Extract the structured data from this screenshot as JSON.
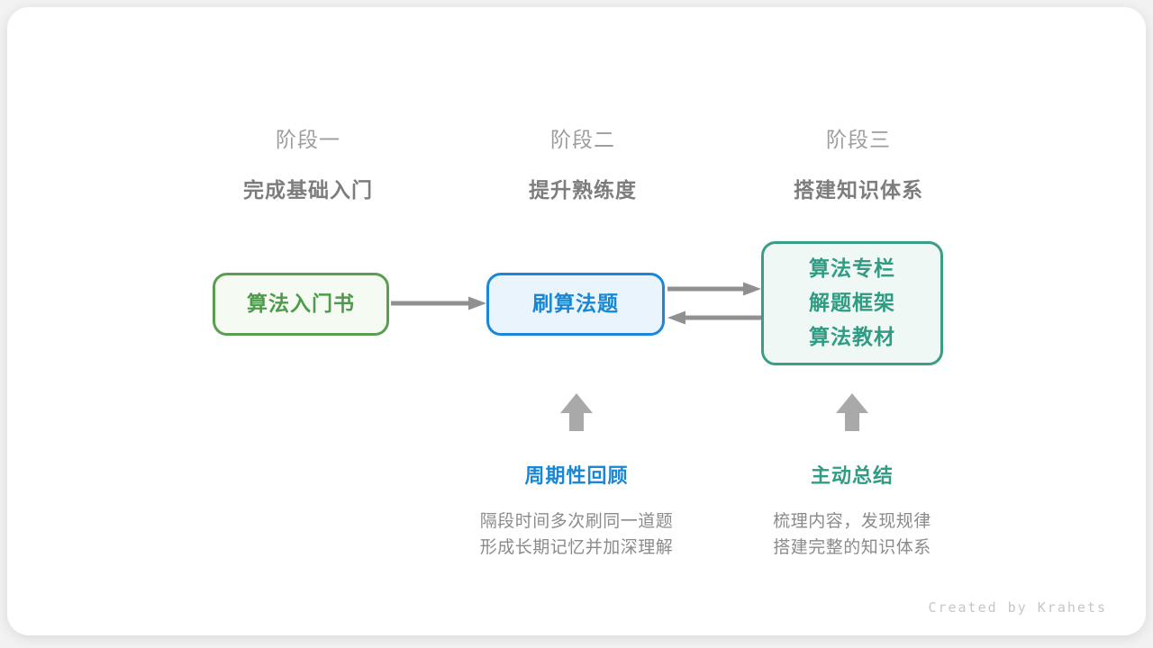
{
  "diagram": {
    "title_semantic": "algorithm-learning-roadmap",
    "card_background": "#ffffff",
    "page_background": "#f2f2f2"
  },
  "stages": [
    {
      "label": "阶段一",
      "subtitle": "完成基础入门"
    },
    {
      "label": "阶段二",
      "subtitle": "提升熟练度"
    },
    {
      "label": "阶段三",
      "subtitle": "搭建知识体系"
    }
  ],
  "nodes": [
    {
      "lines": [
        "算法入门书"
      ],
      "text_color": "#4d9b4b",
      "border_color": "#5a9e52",
      "fill": "#f5faf2"
    },
    {
      "lines": [
        "刷算法题"
      ],
      "text_color": "#1787d6",
      "border_color": "#1b87d8",
      "fill": "#eaf4fc"
    },
    {
      "lines": [
        "算法专栏",
        "解题框架",
        "算法教材"
      ],
      "text_color": "#2f9c83",
      "border_color": "#3a9d85",
      "fill": "#eff8f4"
    }
  ],
  "arrows": {
    "horizontal_color": "#909090",
    "up_color": "#a9a9a9",
    "flow": [
      {
        "from": "算法入门书",
        "to": "刷算法题",
        "direction": "right"
      },
      {
        "from": "刷算法题",
        "to": "算法专栏/解题框架/算法教材",
        "direction": "right"
      },
      {
        "from": "算法专栏/解题框架/算法教材",
        "to": "刷算法题",
        "direction": "left"
      }
    ]
  },
  "annotations": [
    {
      "title": "周期性回顾",
      "title_color": "#1787d6",
      "line1": "隔段时间多次刷同一道题",
      "line2": "形成长期记忆并加深理解"
    },
    {
      "title": "主动总结",
      "title_color": "#2f9c83",
      "line1": "梳理内容，发现规律",
      "line2": "搭建完整的知识体系"
    }
  ],
  "footer": {
    "credit": "Created by Krahets"
  }
}
